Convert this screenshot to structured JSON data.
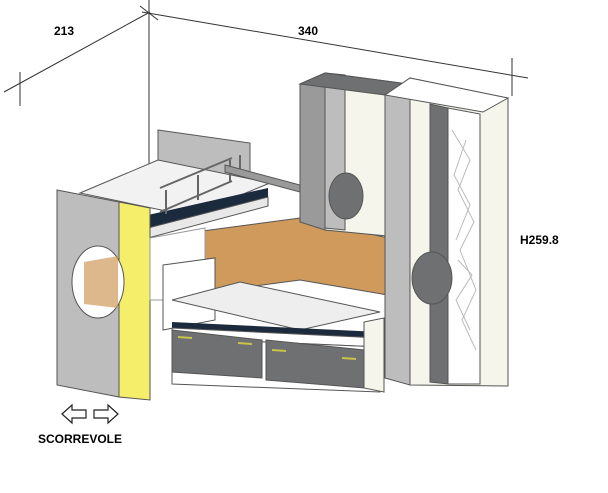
{
  "dimensions": {
    "depth": "213",
    "width": "340",
    "height": "H259.8"
  },
  "note": "SCORREVOLE",
  "colors": {
    "panel_grey": "#bdbdbd",
    "dark_grey": "#6e7072",
    "yellow": "#f4ee6a",
    "wood": "#cf9a5c",
    "white_panel": "#f5f5ec",
    "mattress": "#eeeeee",
    "stripe": "#1b2a3c"
  },
  "icons": [
    "arrow-left-outline-icon",
    "arrow-right-outline-icon"
  ]
}
